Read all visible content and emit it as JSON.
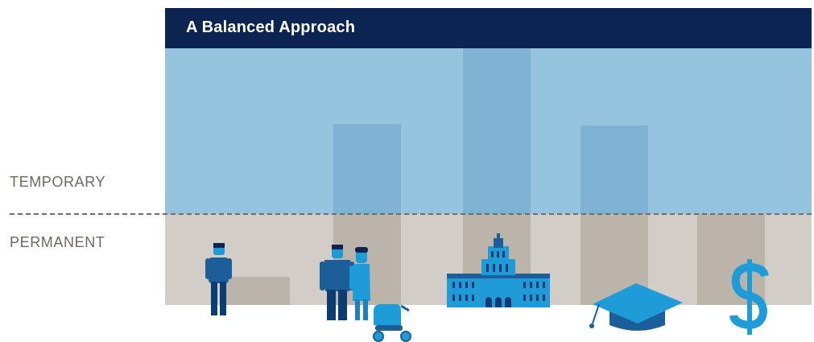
{
  "title": "A Balanced Approach",
  "labels": {
    "temporary": "TEMPORARY",
    "permanent": "PERMANENT"
  },
  "colors": {
    "title_bar": "#0b2452",
    "temporary_area": "#96c3de",
    "temporary_bar": "#80b3d3",
    "permanent_area": "#d2cdc7",
    "permanent_bar": "#bab4ab",
    "icon_dark": "#1b5e9a",
    "icon_light": "#1f9bd7"
  },
  "icons": [
    "person-icon",
    "family-icon",
    "stroller-icon",
    "government-building-icon",
    "graduation-cap-icon",
    "dollar-icon"
  ]
}
